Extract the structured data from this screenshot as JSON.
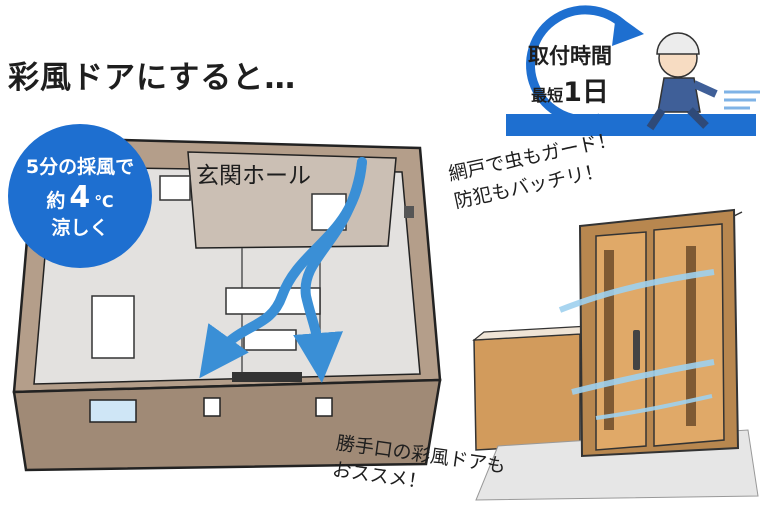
{
  "headline": "彩風ドアにすると…",
  "badge": {
    "line1": "5分の採風で",
    "prefix": "約",
    "value": "4",
    "unit": "℃",
    "line3": "涼しく"
  },
  "floorplan": {
    "hall_label": "玄関ホール"
  },
  "install": {
    "title": "取付時間",
    "prefix": "最短",
    "value": "1日"
  },
  "notes": {
    "screen_line1": "網戸で虫もガード！",
    "screen_line2": "防犯もバッチリ！",
    "backdoor_line1": "勝手口の彩風ドアも",
    "backdoor_line2": "おススメ！"
  },
  "colors": {
    "accent_blue": "#1e6fd0",
    "airflow_blue": "#4aa9e0",
    "wall_brown": "#b49e8a",
    "floor_gray": "#e3e1df",
    "door_wood": "#d29b5c"
  }
}
